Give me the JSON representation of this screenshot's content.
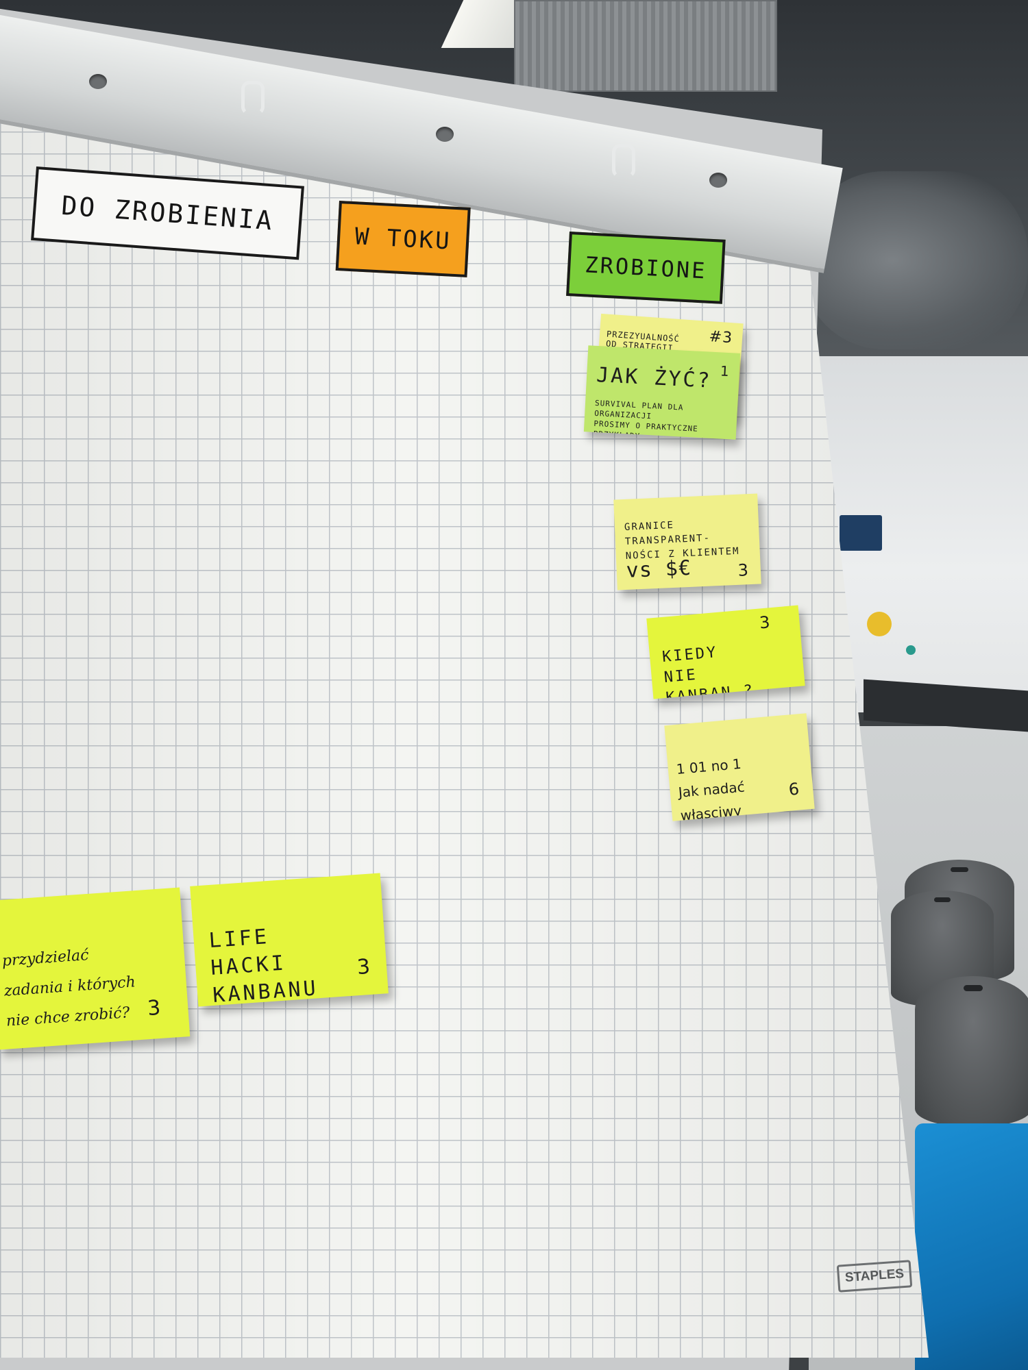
{
  "board": {
    "columns": {
      "todo": "DO ZROBIENIA",
      "in_progress": "W TOKU",
      "done": "ZROBIONE"
    }
  },
  "notes": {
    "visibility": {
      "text": "PRZEZYUALNOŚĆ\nOD STRATEGII",
      "badge": "#3"
    },
    "how_to_live": {
      "title": "JAK ŻYĆ?",
      "badge": "1",
      "lines": "SURVIVAL PLAN DLA\nORGANIZACJI\nPROSIMY O PRAKTYCZNE\nPRZYKŁADY"
    },
    "boundaries": {
      "text": "GRANICE\nTRANSPARENT-\nNOŚCI Z KLIENTEM",
      "money": "vs $€",
      "badge": "3"
    },
    "when_not": {
      "text": "KIEDY\nNIE\nKANBAN ?",
      "badge": "3"
    },
    "one_on_one": {
      "text": "1 01 no 1\nJak nadać własciwy\npriorytek",
      "badge": "6"
    },
    "assign": {
      "text": "przydzielać\nzadania i których\nnie chce zrobić?",
      "badge": "3"
    },
    "life_hacks": {
      "text": "LIFE\nHACKI\nKANBANU",
      "badge": "3"
    }
  },
  "brand": {
    "logo_text": "STAPLES"
  },
  "colors": {
    "todo_header": "#f8f8f6",
    "in_progress_header": "#f5a01e",
    "done_header": "#7ccf3a",
    "sticky_pale_yellow": "#f0f08a",
    "sticky_lime": "#d6ef3f",
    "sticky_neon_yellow": "#e4f53c",
    "sticky_green": "#bfe66b"
  }
}
